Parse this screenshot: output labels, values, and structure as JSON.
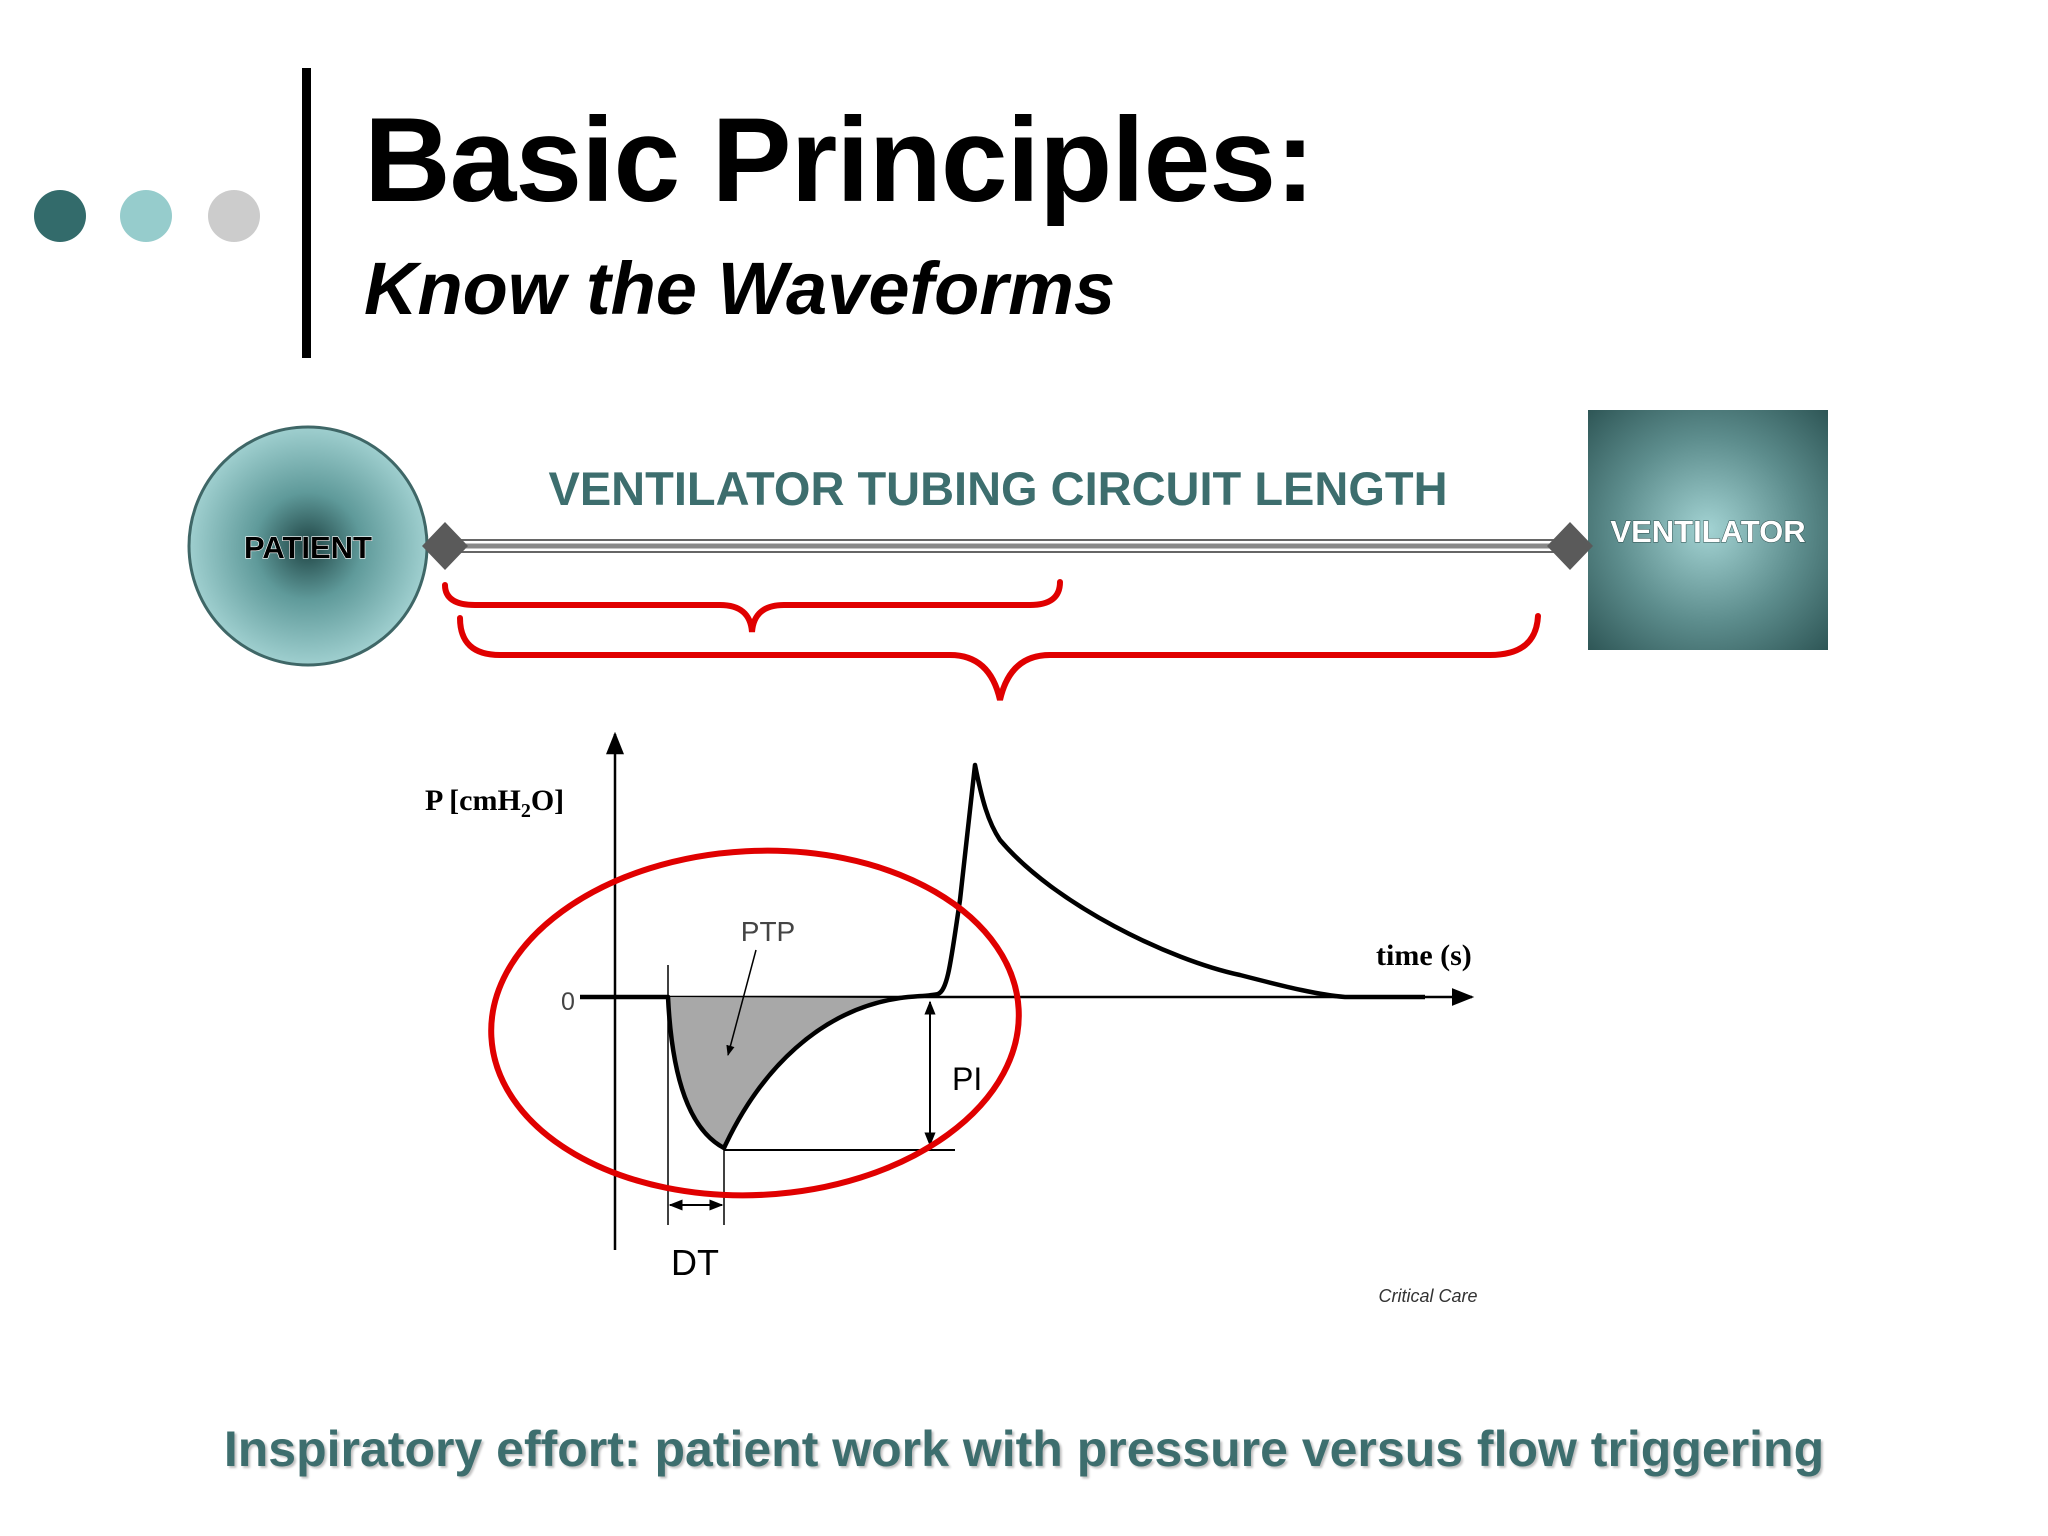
{
  "slide": {
    "title": "Basic Principles:",
    "subtitle": "Know the Waveforms",
    "caption": "Inspiratory effort: patient work with pressure versus flow triggering"
  },
  "diagram": {
    "patient_label": "PATIENT",
    "ventilator_label": "VENTILATOR",
    "tubing_label": "VENTILATOR TUBING CIRCUIT LENGTH",
    "y_axis_label_main": "P [cmH",
    "y_axis_label_sub": "2",
    "y_axis_label_end": "O]",
    "x_axis_label": "time (s)",
    "zero_label": "0",
    "ptp_label": "PTP",
    "pi_label": "PI",
    "dt_label": "DT",
    "source_label": "Critical Care"
  },
  "colors": {
    "dot_dark": "#336b6b",
    "dot_mid": "#96cccc",
    "dot_light": "#cccccc",
    "teal_text": "#3d6e6e",
    "highlight_red": "#e00000",
    "shaded_area": "#a8a8a8"
  }
}
